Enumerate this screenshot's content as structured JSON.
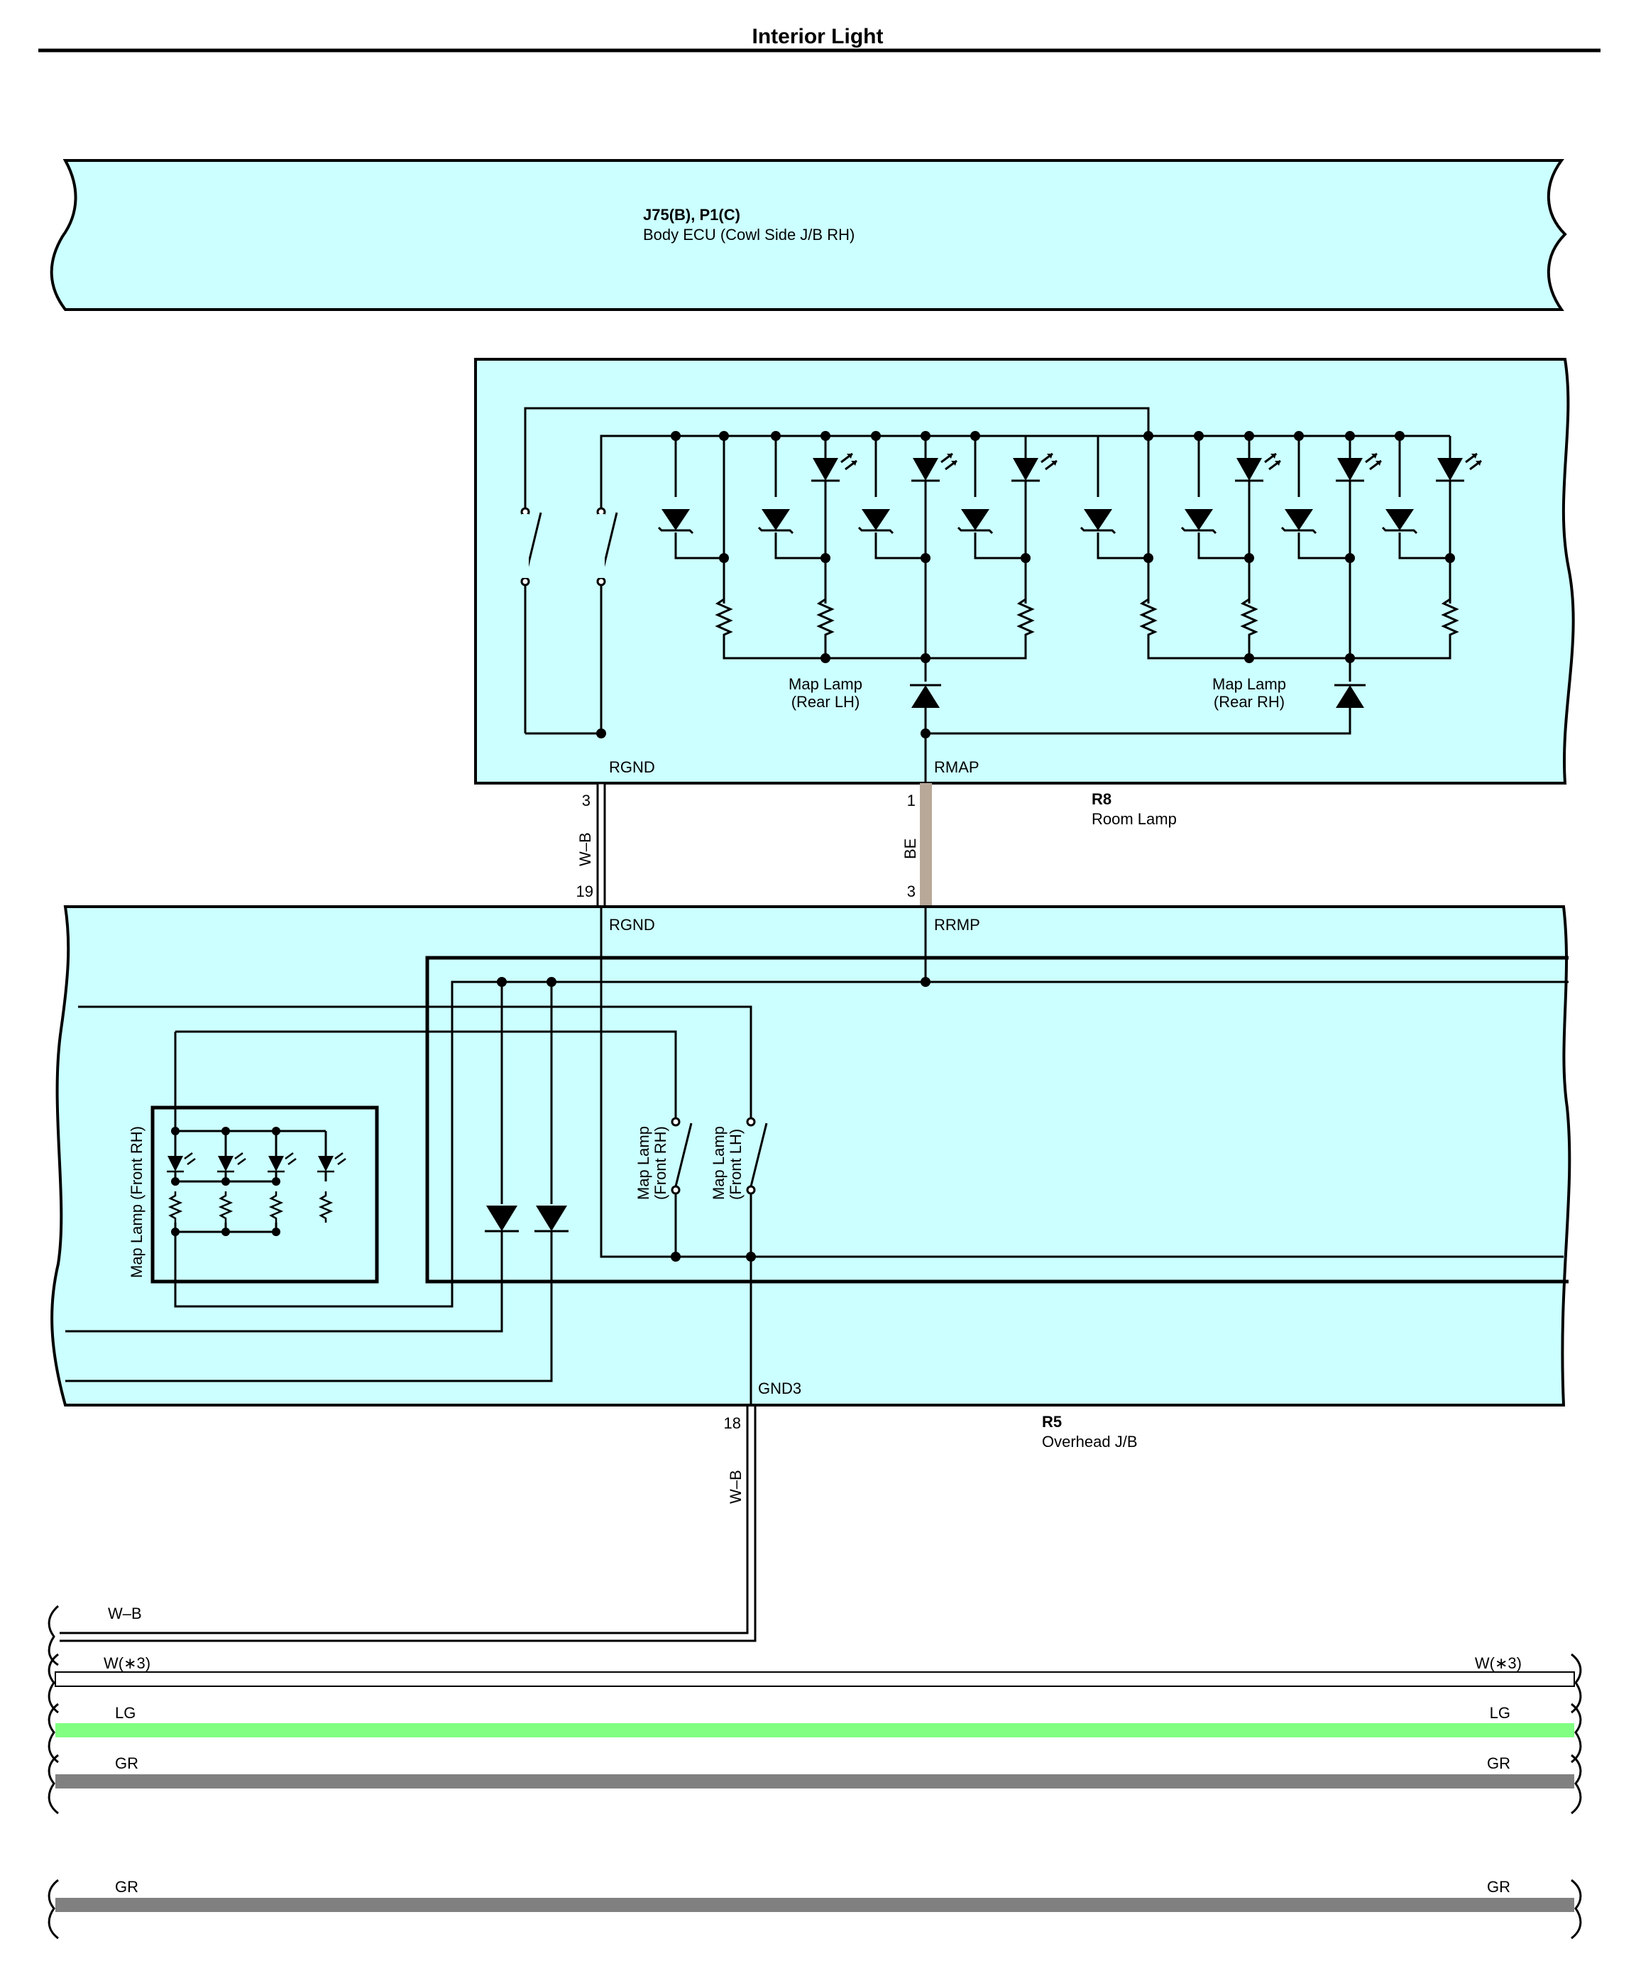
{
  "title": "Interior Light",
  "components": {
    "body_ecu": {
      "code": "J75(B), P1(C)",
      "name": "Body ECU (Cowl Side J/B RH)"
    },
    "room_lamp": {
      "code": "R8",
      "name": "Room Lamp",
      "map_lamp_lh_1": "Map Lamp",
      "map_lamp_lh_2": "(Rear LH)",
      "map_lamp_rh_1": "Map Lamp",
      "map_lamp_rh_2": "(Rear RH)"
    },
    "overhead_jb": {
      "code": "R5",
      "name": "Overhead J/B",
      "map_front_rh_1": "Map Lamp",
      "map_front_rh_2": "(Front RH)",
      "map_front_lh_1": "Map Lamp",
      "map_front_lh_2": "(Front LH)",
      "map_front_rh_box": "Map Lamp (Front RH)"
    }
  },
  "terminals": {
    "r8_rgnd": "RGND",
    "r8_rmap": "RMAP",
    "r5_rgnd": "RGND",
    "r5_rrmp": "RRMP",
    "r5_gnd3": "GND3"
  },
  "pins": {
    "p3": "3",
    "p19": "19",
    "p1": "1",
    "p3b": "3",
    "p18": "18"
  },
  "wires": {
    "wb_1": "W–B",
    "be": "BE",
    "wb_2": "W–B",
    "bus_wb": "W–B",
    "bus_w_left": "W(∗3)",
    "bus_w_right": "W(∗3)",
    "bus_lg_left": "LG",
    "bus_lg_right": "LG",
    "bus_gr_left": "GR",
    "bus_gr_right": "GR",
    "bus_gr2_left": "GR",
    "bus_gr2_right": "GR"
  },
  "colors": {
    "box_fill": "#ccffff",
    "lg": "#80ff80",
    "gr": "#808080",
    "be": "#b8a898"
  }
}
